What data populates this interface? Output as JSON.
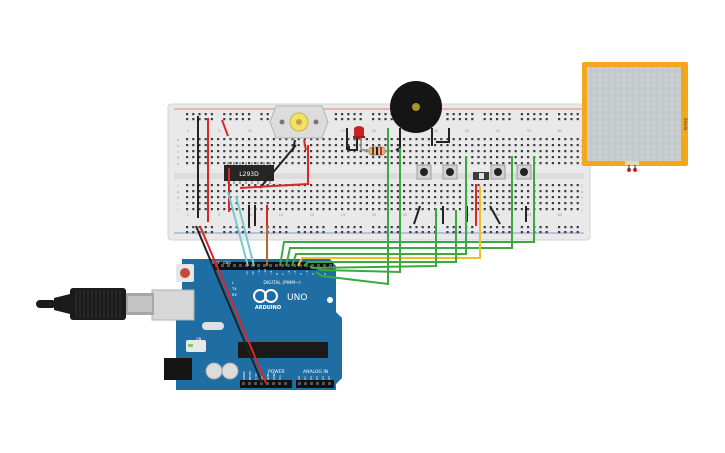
{
  "arduino": {
    "brand": "ARDUINO",
    "model": "UNO",
    "digital_label": "DIGITAL (PWM~)",
    "power_label": "POWER",
    "analog_label": "ANALOG IN",
    "aref_label": "AREF",
    "gnd_label": "GND",
    "tx_label": "TX",
    "rx_label": "RX",
    "l_label": "L",
    "on_label": "ON",
    "digital_pins": [
      "13",
      "12",
      "~11",
      "~10",
      "~9",
      "8",
      "7",
      "~6",
      "~5",
      "4",
      "~3",
      "2",
      "1",
      "0"
    ],
    "power_pins": [
      "IOREF",
      "RESET",
      "3.3V",
      "5V",
      "GND",
      "GND",
      "Vin"
    ],
    "analog_pins": [
      "A0",
      "A1",
      "A2",
      "A3",
      "A4",
      "A5"
    ]
  },
  "ic": {
    "label": "L293D"
  },
  "touchscreen": {
    "label": "Shield"
  },
  "breadboard": {
    "row_letters": [
      "a",
      "b",
      "c",
      "d",
      "e",
      "f",
      "g",
      "h",
      "i",
      "j"
    ],
    "column_numbers": [
      "1",
      "5",
      "10",
      "15",
      "20",
      "25",
      "30",
      "35",
      "40",
      "45",
      "50",
      "55",
      "60"
    ]
  },
  "colors": {
    "wire_red": "#d9262b",
    "wire_black": "#222222",
    "wire_green": "#3aa93e",
    "wire_yellow": "#e8c326",
    "wire_cyan": "#7ac7cf",
    "wire_brown": "#b06a2c",
    "board_blue": "#1f6ea3",
    "breadboard": "#e8e8e8",
    "led_red": "#cc2222",
    "frame_orange": "#f3a81b"
  }
}
